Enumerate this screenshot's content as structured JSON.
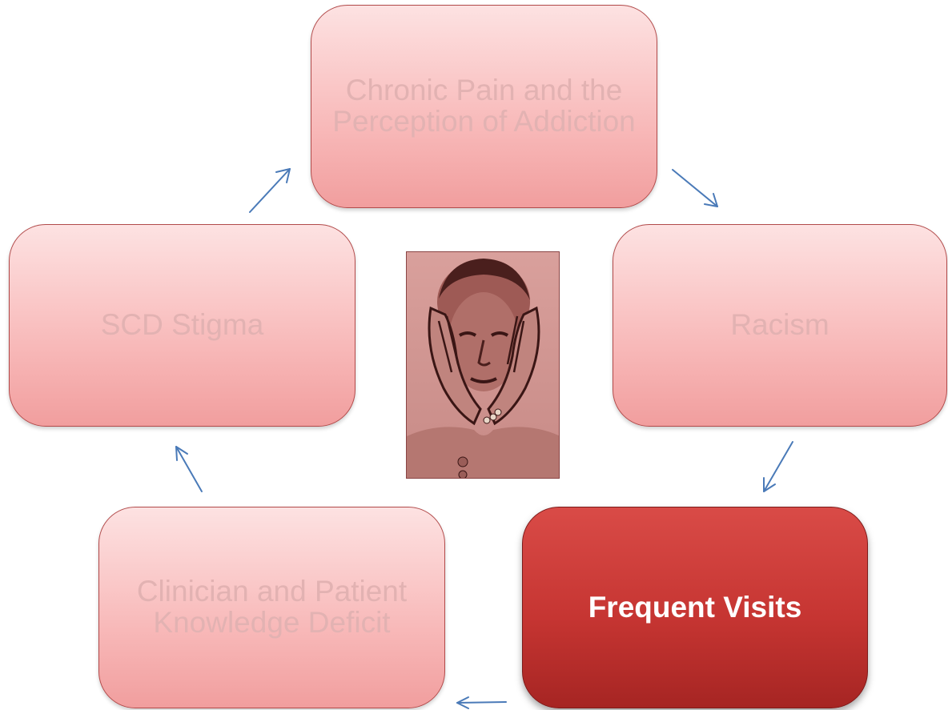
{
  "nodes": {
    "top": "Chronic Pain and the Perception of Addiction",
    "right": "Racism",
    "bottom_right": "Frequent Visits",
    "bottom_left": "Clinician and Patient Knowledge Deficit",
    "left": "SCD Stigma"
  },
  "highlighted_node": "Frequent Visits",
  "colors": {
    "light_box": "#f8b9b9",
    "dark_box": "#c63532",
    "faded_text": "#e2b2b2",
    "highlight_text": "#ffffff",
    "arrow": "#4a7ab8"
  },
  "center_image": {
    "description_icon": "person-head-in-hands-portrait"
  }
}
